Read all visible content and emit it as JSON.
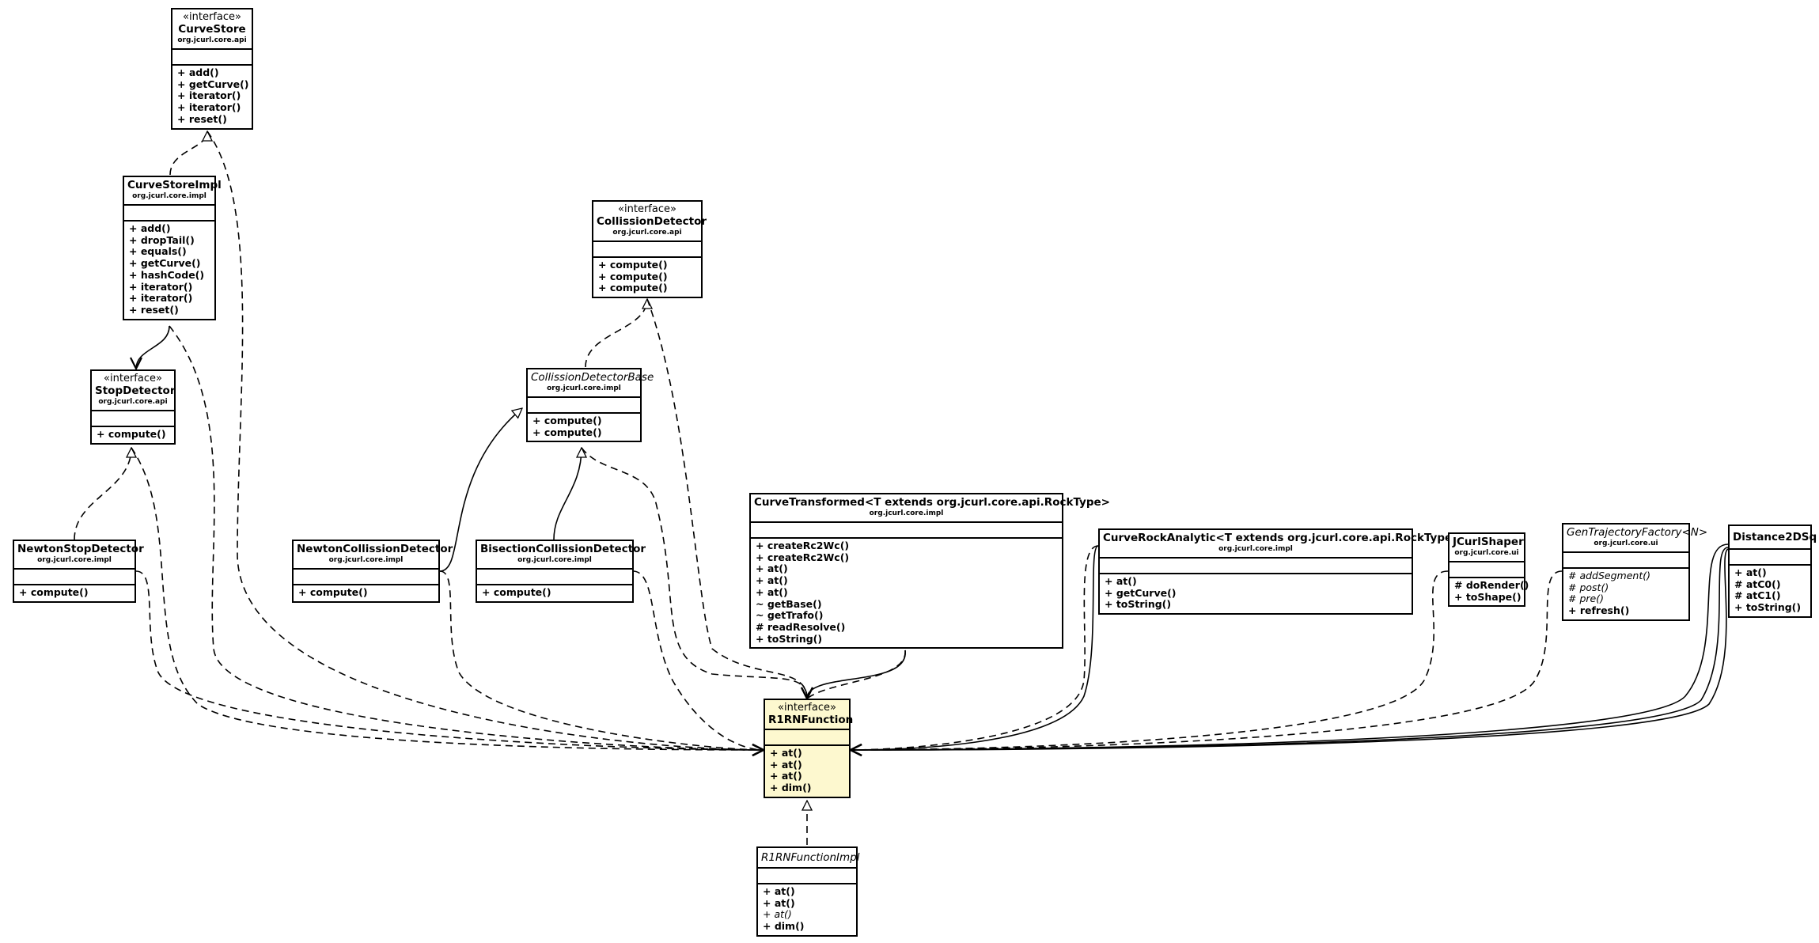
{
  "classes": {
    "curve_store": {
      "stereotype": "«interface»",
      "name": "CurveStore",
      "package": "org.jcurl.core.api",
      "operations": [
        "+ add()",
        "+ getCurve()",
        "+ iterator()",
        "+ iterator()",
        "+ reset()"
      ]
    },
    "curve_store_impl": {
      "name": "CurveStoreImpl",
      "package": "org.jcurl.core.impl",
      "operations": [
        "+ add()",
        "+ dropTail()",
        "+ equals()",
        "+ getCurve()",
        "+ hashCode()",
        "+ iterator()",
        "+ iterator()",
        "+ reset()"
      ]
    },
    "stop_detector": {
      "stereotype": "«interface»",
      "name": "StopDetector",
      "package": "org.jcurl.core.api",
      "operations": [
        "+ compute()"
      ]
    },
    "newton_stop_detector": {
      "name": "NewtonStopDetector",
      "package": "org.jcurl.core.impl",
      "operations": [
        "+ compute()"
      ]
    },
    "collission_detector": {
      "stereotype": "«interface»",
      "name": "CollissionDetector",
      "package": "org.jcurl.core.api",
      "operations": [
        "+ compute()",
        "+ compute()",
        "+ compute()"
      ]
    },
    "collission_detector_base": {
      "name": "CollissionDetectorBase",
      "package": "org.jcurl.core.impl",
      "operations": [
        "+ compute()",
        "+ compute()"
      ]
    },
    "newton_collission_detector": {
      "name": "NewtonCollissionDetector",
      "package": "org.jcurl.core.impl",
      "operations": [
        "+ compute()"
      ]
    },
    "bisection_collission_detector": {
      "name": "BisectionCollissionDetector",
      "package": "org.jcurl.core.impl",
      "operations": [
        "+ compute()"
      ]
    },
    "curve_transformed": {
      "name": "CurveTransformed<T extends org.jcurl.core.api.RockType>",
      "package": "org.jcurl.core.impl",
      "operations": [
        "+ createRc2Wc()",
        "+ createRc2Wc()",
        "+ at()",
        "+ at()",
        "+ at()",
        "~ getBase()",
        "~ getTrafo()",
        "# readResolve()",
        "+ toString()"
      ]
    },
    "curve_rock_analytic": {
      "name": "CurveRockAnalytic<T extends org.jcurl.core.api.RockType>",
      "package": "org.jcurl.core.impl",
      "operations": [
        "+ at()",
        "+ getCurve()",
        "+ toString()"
      ]
    },
    "jcurl_shaper": {
      "name": "JCurlShaper",
      "package": "org.jcurl.core.ui",
      "operations": [
        "# doRender()",
        "+ toShape()"
      ]
    },
    "gen_trajectory_factory": {
      "name": "GenTrajectoryFactory<N>",
      "package": "org.jcurl.core.ui",
      "operations": [
        "# addSegment()",
        "# post()",
        "# pre()",
        "+ refresh()"
      ]
    },
    "distance2dsq": {
      "name": "Distance2DSq",
      "operations": [
        "+ at()",
        "# atC0()",
        "# atC1()",
        "+ toString()"
      ]
    },
    "r1rn_function": {
      "stereotype": "«interface»",
      "name": "R1RNFunction",
      "operations": [
        "+ at()",
        "+ at()",
        "+ at()",
        "+ dim()"
      ]
    },
    "r1rn_function_impl": {
      "name": "R1RNFunctionImpl",
      "operations": [
        "+ at()",
        "+ at()",
        "+ at()",
        "+ dim()"
      ]
    }
  }
}
